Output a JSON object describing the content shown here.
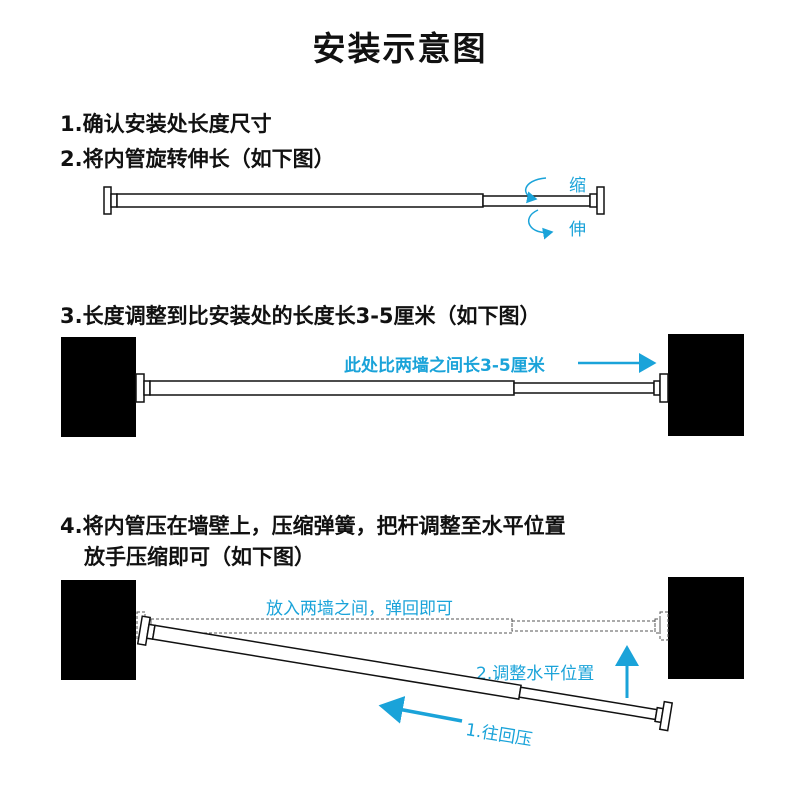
{
  "title": "安装示意图",
  "steps": {
    "s1": "1.确认安装处长度尺寸",
    "s2": "2.将内管旋转伸长（如下图）",
    "s3": "3.长度调整到比安装处的长度长3-5厘米（如下图）",
    "s4a": "4.将内管压在墙壁上，压缩弹簧，把杆调整至水平位置",
    "s4b": "放手压缩即可（如下图）"
  },
  "labels": {
    "shrink": "缩",
    "extend": "伸",
    "longer_note": "此处比两墙之间长3-5厘米",
    "release_note": "放入两墙之间，弹回即可",
    "level_note": "2.调整水平位置",
    "press_note": "1.往回压"
  },
  "colors": {
    "accent": "#1aa3d9",
    "wall": "#000000",
    "line": "#111111"
  }
}
